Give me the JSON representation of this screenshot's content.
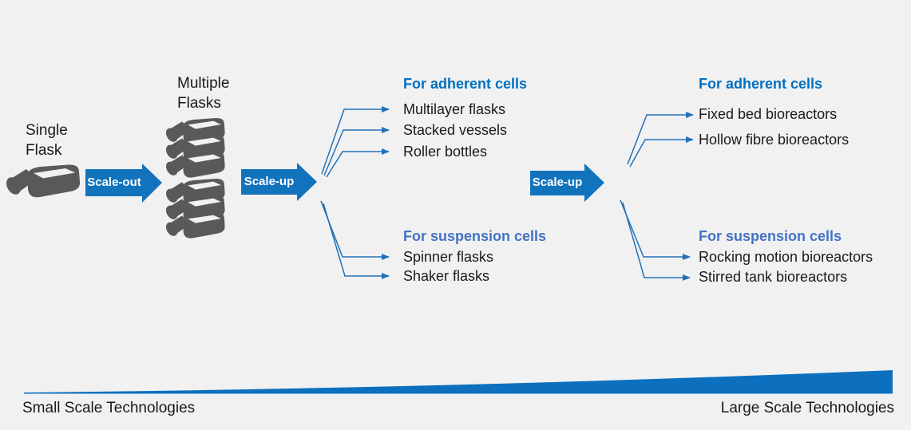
{
  "stages": {
    "single": {
      "line1": "Single",
      "line2": "Flask"
    },
    "multiple": {
      "line1": "Multiple",
      "line2": "Flasks"
    }
  },
  "arrows": {
    "scale_out": "Scale-out",
    "scale_up_left": "Scale-up",
    "scale_up_right": "Scale-up"
  },
  "groups": {
    "left_adherent": {
      "heading": "For adherent cells",
      "items": [
        "Multilayer flasks",
        "Stacked vessels",
        "Roller bottles"
      ]
    },
    "left_suspension": {
      "heading": "For suspension cells",
      "items": [
        "Spinner flasks",
        "Shaker flasks"
      ]
    },
    "right_adherent": {
      "heading": "For adherent cells",
      "items": [
        "Fixed bed bioreactors",
        "Hollow fibre bioreactors"
      ]
    },
    "right_suspension": {
      "heading": "For suspension cells",
      "items": [
        "Rocking motion bioreactors",
        "Stirred tank bioreactors"
      ]
    }
  },
  "axis": {
    "left": "Small Scale Technologies",
    "right": "Large Scale Technologies"
  },
  "icons": {
    "single_flask": "tissue-culture-flask-icon",
    "multiple_flasks": "stacked-tissue-culture-flasks-icon",
    "scale_wedge": "increasing-scale-wedge"
  },
  "colors": {
    "background": "#f1f1f2",
    "flask_gray": "#58595b",
    "arrow_blue": "#1273bd",
    "connector_blue": "#2471b9",
    "adherent_blue": "#0070c0",
    "suspension_blue": "#4472c4",
    "wedge_blue": "#0c70bf",
    "text_dark": "#1a1a1a"
  }
}
